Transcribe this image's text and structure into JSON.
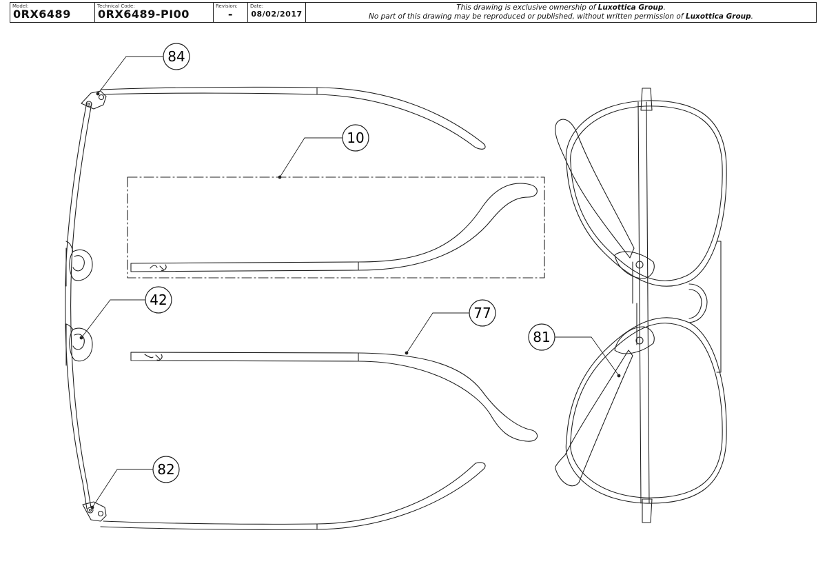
{
  "title_block": {
    "model_label": "Model:",
    "model_value": "0RX6489",
    "technical_code_label": "Technical Code:",
    "technical_code_value": "0RX6489-PI00",
    "revision_label": "Revision:",
    "revision_value": "-",
    "date_label": "Date:",
    "date_value": "08/02/2017",
    "notice_line1_pre": "This drawing is exclusive ownership of ",
    "notice_line1_brand": "Luxottica Group",
    "notice_line1_post": ".",
    "notice_line2_pre": "No part of this drawing may be reproduced or published, without written permission of ",
    "notice_line2_brand": "Luxottica Group",
    "notice_line2_post": "."
  },
  "callouts": {
    "c84": "84",
    "c10": "10",
    "c42": "42",
    "c77": "77",
    "c81": "81",
    "c82": "82"
  }
}
